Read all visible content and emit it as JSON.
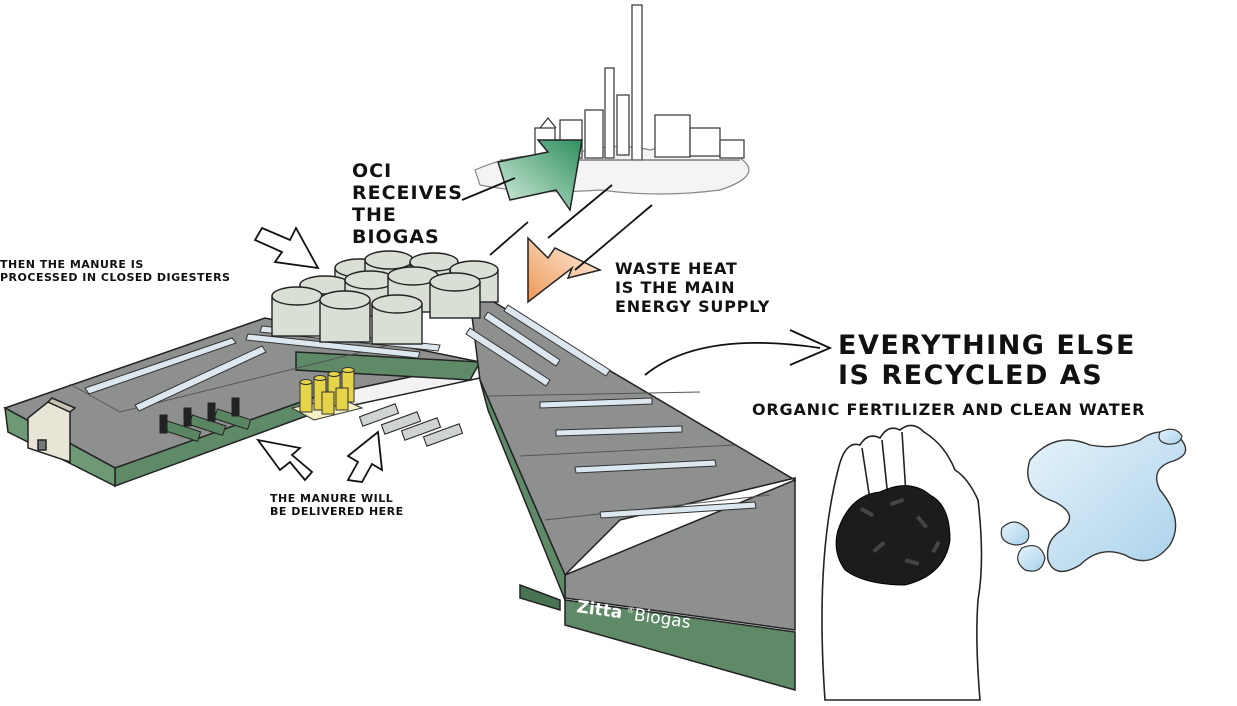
{
  "labels": {
    "oci": [
      "OCI",
      "RECEIVES",
      "THE",
      "BIOGAS"
    ],
    "digesters": [
      "THEN THE MANURE IS",
      "PROCESSED IN CLOSED DIGESTERS"
    ],
    "waste_heat": [
      "WASTE HEAT",
      "IS THE MAIN",
      "ENERGY SUPPLY"
    ],
    "recycled": [
      "EVERYTHING ELSE",
      "IS RECYCLED AS"
    ],
    "products": "ORGANIC FERTILIZER AND CLEAN WATER",
    "delivery": [
      "THE MANURE WILL",
      "BE DELIVERED HERE"
    ]
  },
  "brand": {
    "name": "Zitta",
    "mark": "®",
    "suffix": "Biogas"
  },
  "colors": {
    "wall_green": "#5f8a68",
    "roof_gray": "#8e9090",
    "arrow_green": "#3d9a6a",
    "arrow_orange": "#f0a060",
    "tank": "#dadfd6",
    "silo": "#e5d44a",
    "water": "#b9d9ee"
  }
}
